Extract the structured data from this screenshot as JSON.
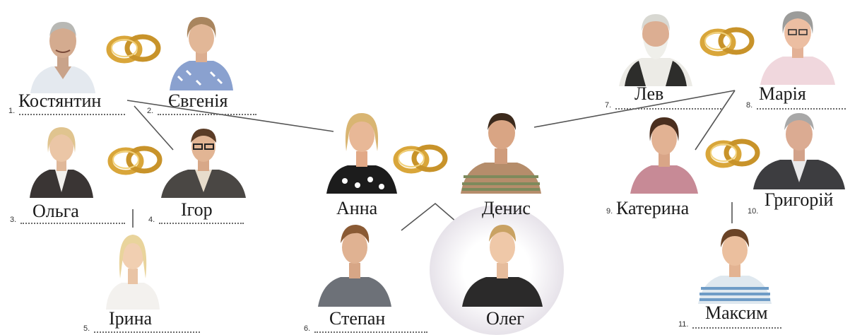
{
  "people": {
    "kostiantyn": {
      "name": "Костянтин",
      "number": "1."
    },
    "yevheniia": {
      "name": "Євгенія",
      "number": "2."
    },
    "olha": {
      "name": "Ольга",
      "number": "3."
    },
    "ihor": {
      "name": "Ігор",
      "number": "4."
    },
    "iryna": {
      "name": "Ірина",
      "number": "5."
    },
    "stepan": {
      "name": "Степан",
      "number": "6."
    },
    "oleh": {
      "name": "Олег"
    },
    "anna": {
      "name": "Анна"
    },
    "denys": {
      "name": "Денис"
    },
    "lev": {
      "name": "Лев",
      "number": "7."
    },
    "mariia": {
      "name": "Марія",
      "number": "8."
    },
    "kateryna": {
      "name": "Катерина",
      "number": "9."
    },
    "hryhorii": {
      "name": "Григорій",
      "number": "10."
    },
    "maksym": {
      "name": "Максим",
      "number": "11."
    }
  },
  "colors": {
    "ring_gold": "#d9a63a",
    "line": "#555555",
    "dots": "#6a6a6a"
  }
}
